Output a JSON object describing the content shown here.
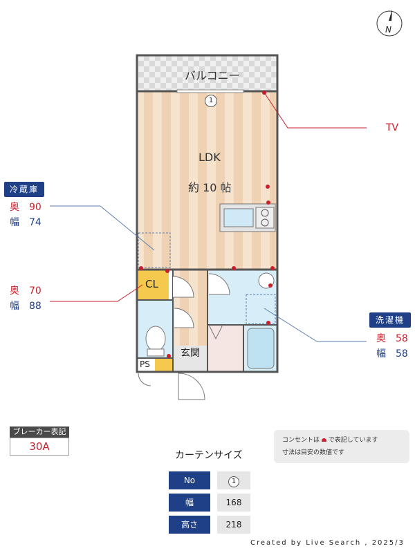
{
  "compass": {
    "label": "N"
  },
  "plan": {
    "balcony": "バルコニー",
    "window_no": "1",
    "ldk": "LDK",
    "ldk_size": "約 10 帖",
    "closet": "CL",
    "entrance": "玄関",
    "ps": "PS"
  },
  "tv": {
    "label": "TV"
  },
  "fridge": {
    "title": "冷蔵庫",
    "depth_label": "奥",
    "depth": "90",
    "width_label": "幅",
    "width": "74"
  },
  "closet_dims": {
    "depth_label": "奥",
    "depth": "70",
    "width_label": "幅",
    "width": "88"
  },
  "washer": {
    "title": "洗濯機",
    "depth_label": "奥",
    "depth": "58",
    "width_label": "幅",
    "width": "58"
  },
  "breaker": {
    "title": "ブレーカー表記",
    "value": "30A"
  },
  "notes": {
    "line1_pre": "コンセントは",
    "line1_post": "で表記しています",
    "line2": "寸法は目安の数値です"
  },
  "curtain": {
    "title": "カーテンサイズ",
    "rows": [
      {
        "label": "No",
        "value": "1"
      },
      {
        "label": "幅",
        "value": "168"
      },
      {
        "label": "高さ",
        "value": "218"
      }
    ]
  },
  "credit": "Created by Live Search , 2025/3",
  "colors": {
    "navy": "#1f3f86",
    "red": "#c81f2b",
    "floor": "#f3dcc3",
    "wet_area": "#d7edf7"
  }
}
